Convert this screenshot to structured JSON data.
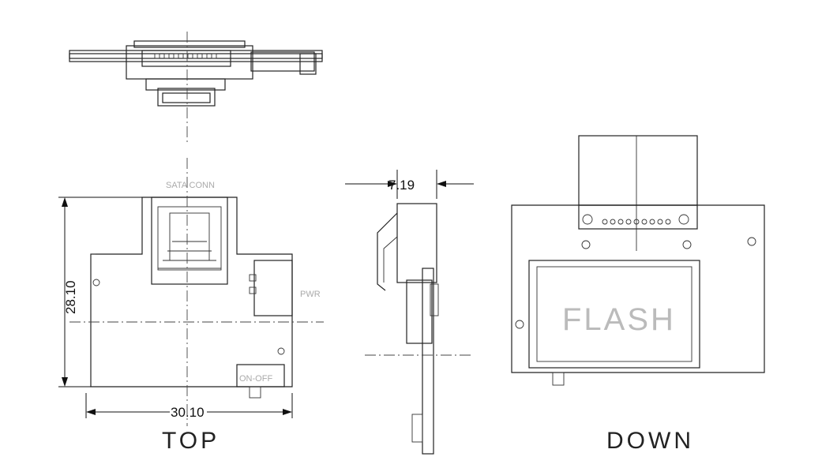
{
  "labels": {
    "sata_conn": "SATA CONN",
    "pwr": "PWR",
    "on_off": "ON-OFF",
    "flash": "FLASH"
  },
  "dimensions": {
    "height": "28.10",
    "width": "30.10",
    "thickness": "7.19"
  },
  "views": {
    "top": "TOP",
    "down": "DOWN"
  }
}
